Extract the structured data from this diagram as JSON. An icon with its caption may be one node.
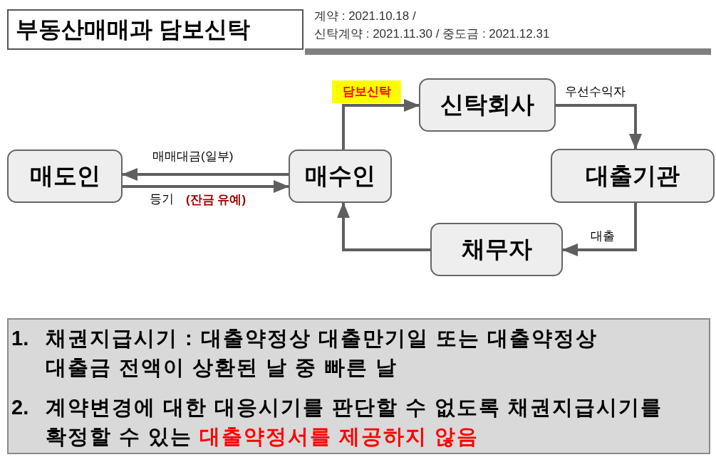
{
  "diagram": {
    "title": "부동산매매과 담보신탁",
    "nodes": [
      {
        "text": [
          "매도인"
        ]
      },
      {
        "text": [
          "매수인"
        ]
      },
      {
        "text": [
          "신탁회사"
        ]
      },
      {
        "text": [
          "대출기관"
        ]
      },
      {
        "text": [
          "채무자"
        ]
      },
      {
        "text": [
          "1.",
          "채권지급시기 : 대출약정상 대출만기일 또는 대출약정상 대출금 전액이 상환된 날 중 빠른 날",
          "2.",
          "계약변경에 대한 대응시기를 판단할 수 없도록 채권지급시기를 확정할 수 있는",
          "대출약정서를 제공하지 않음"
        ]
      }
    ],
    "edges": [
      {
        "from": 1,
        "to": 0,
        "arrow": "to",
        "label": "매매대금(일부)"
      },
      {
        "from": 0,
        "to": 1,
        "arrow": "to",
        "label": "등기"
      },
      {
        "from": 1,
        "to": 2,
        "arrow": "to",
        "label": "담보신탁"
      },
      {
        "from": 2,
        "to": 3,
        "arrow": "to",
        "label": "우선수익자"
      },
      {
        "from": 3,
        "to": 4,
        "arrow": "to",
        "label": "대출"
      },
      {
        "from": 4,
        "to": 1,
        "arrow": "to"
      }
    ],
    "labels": [
      "계약 : 2021.10.18 /",
      "신탁계약 : 2021.11.30 / 중도금 : 2021.12.31",
      "(잔금 유예)"
    ]
  }
}
